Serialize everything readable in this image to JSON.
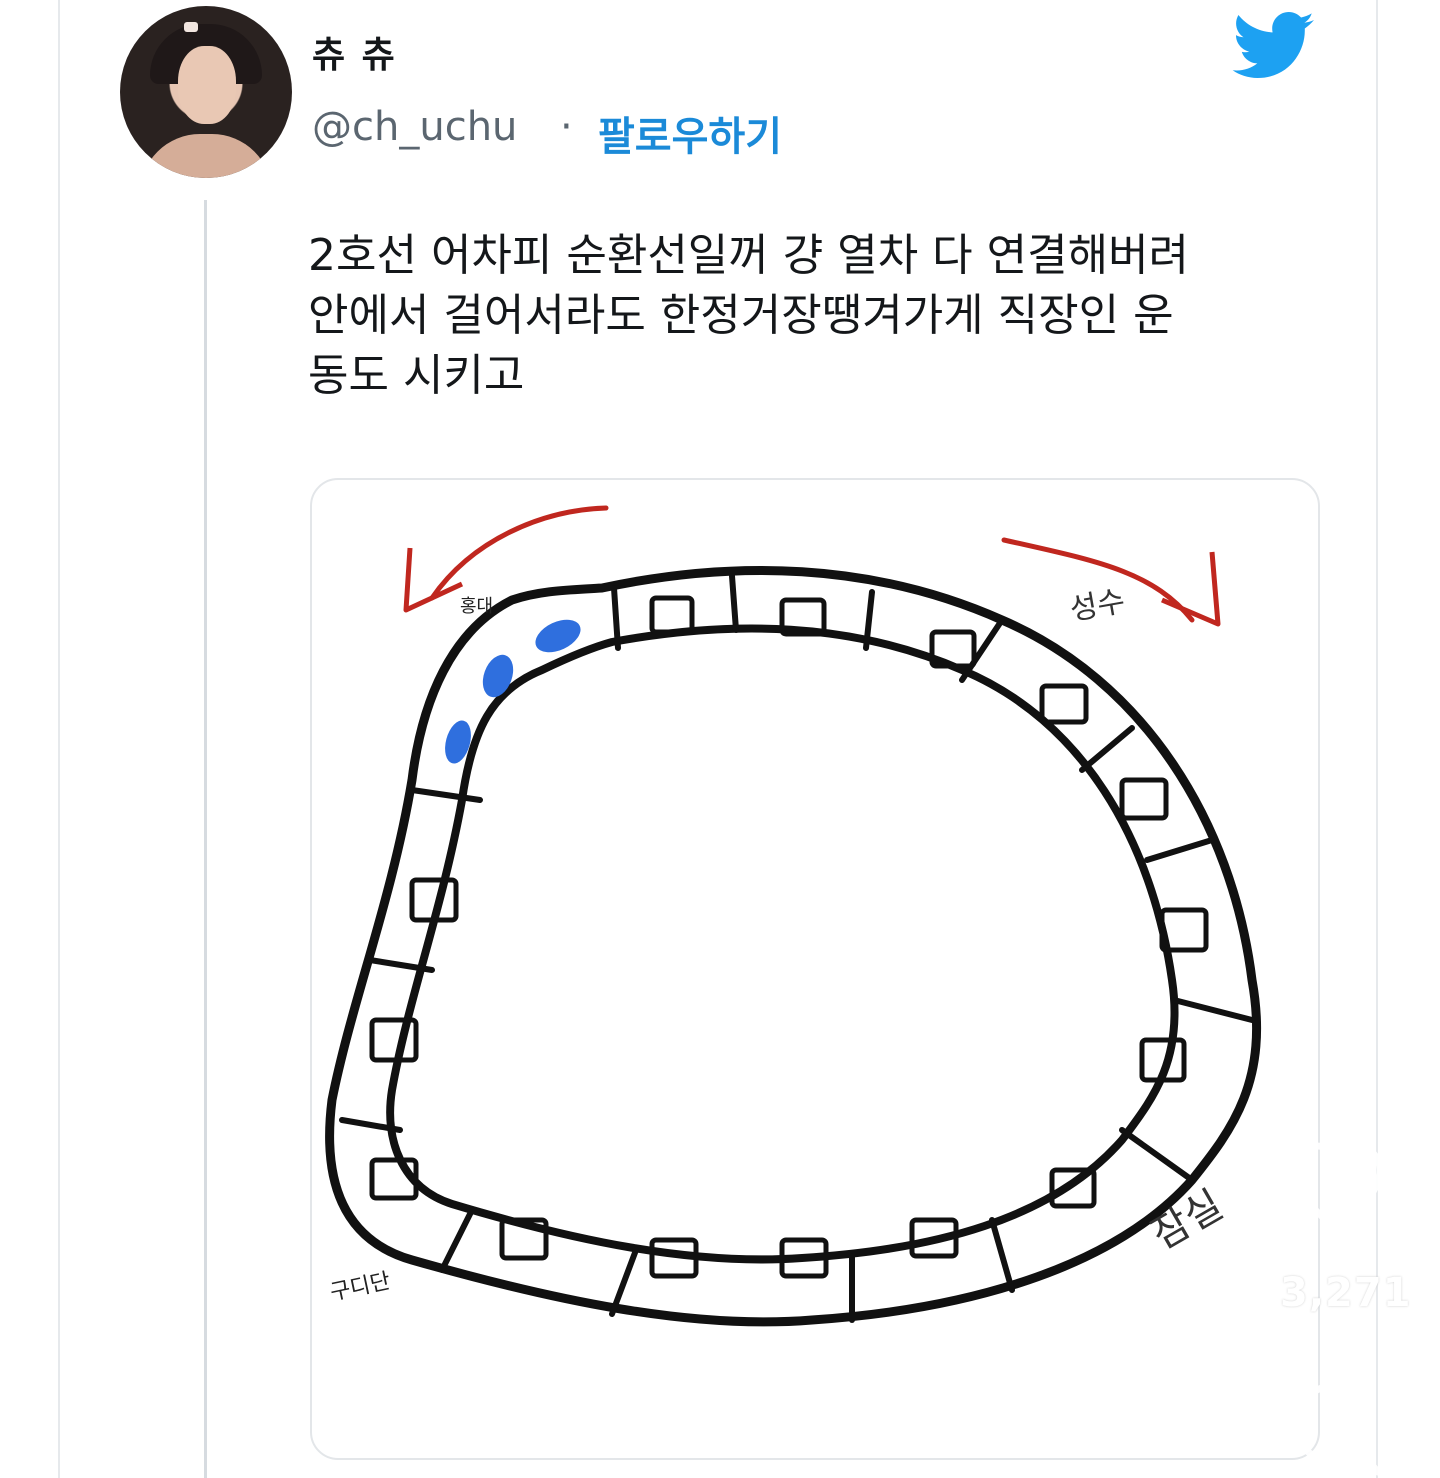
{
  "user": {
    "display_name": "츄 츄",
    "handle": "@ch_uchu",
    "separator": "·",
    "follow_label": "팔로우하기"
  },
  "tweet": {
    "lines": [
      "2호선 어차피 순환선일꺼 걍 열차 다 연결해버려",
      "안에서 걸어서라도 한정거장땡겨가게 직장인 운",
      "동도 시키고"
    ]
  },
  "drawing": {
    "labels": {
      "top_left": "홍대",
      "top_right": "성수",
      "bottom_right": "잠실",
      "bottom_left": "구디단"
    },
    "colors": {
      "track": "#111111",
      "arrow": "#c0271f",
      "passenger": "#2f6fde"
    }
  },
  "overlay": {
    "like_count": "3,271",
    "like_icon": "heart-icon",
    "comment_icon": "comment-icon"
  },
  "colors": {
    "accent": "#1b8ad8",
    "text": "#14171a",
    "muted": "#5b6670"
  }
}
